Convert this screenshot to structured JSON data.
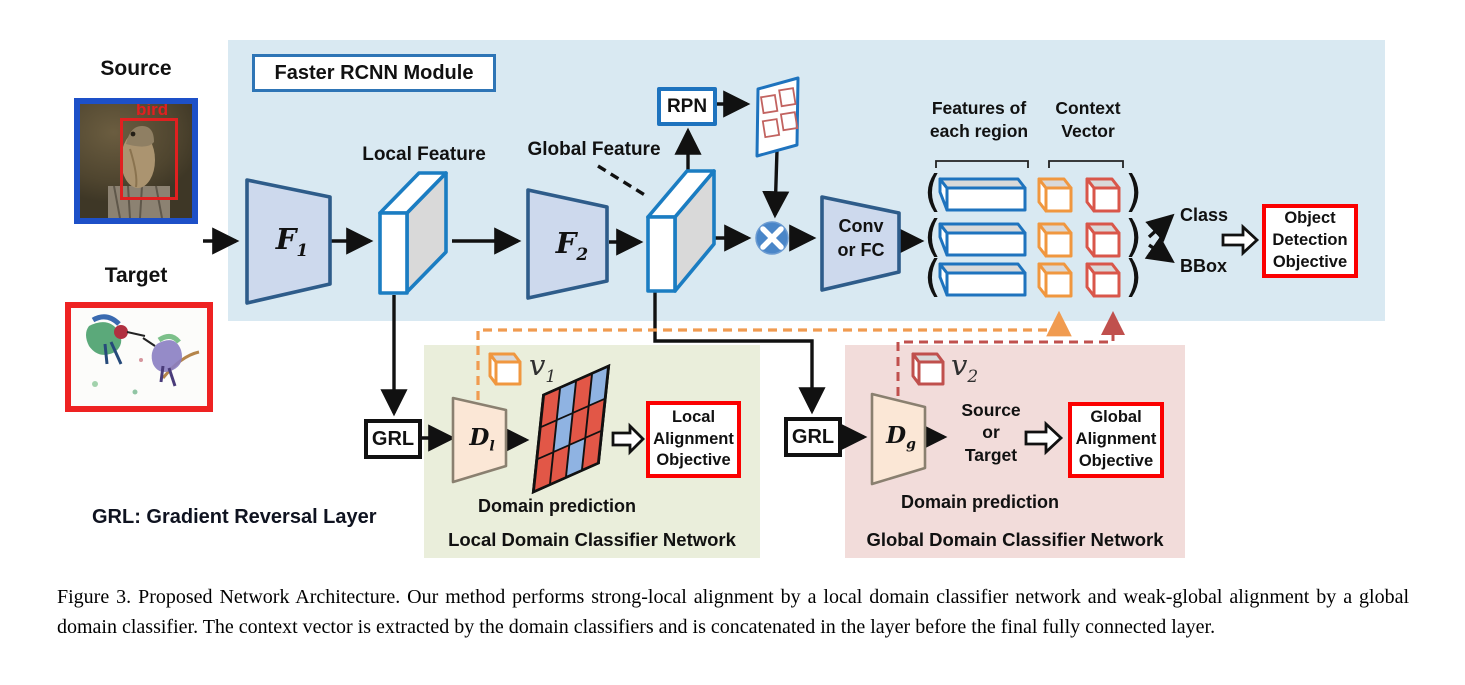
{
  "figure": {
    "caption": "Figure 3. Proposed Network Architecture. Our method performs strong-local alignment by a local domain classifier network and weak-global alignment by a global domain classifier. The context vector is extracted by the domain classifiers and is concatenated in the layer before the final fully connected layer."
  },
  "diagram": {
    "module": {
      "title": "Faster RCNN Module"
    },
    "inputs": {
      "source_label": "Source",
      "source_bbox_label": "bird",
      "target_label": "Target"
    },
    "backbone": {
      "f1": {
        "base": "F",
        "sub": "1"
      },
      "f2": {
        "base": "F",
        "sub": "2"
      },
      "local_feature_label": "Local Feature",
      "global_feature_label": "Global Feature",
      "rpn_label": "RPN",
      "conv_lines": [
        "Conv",
        "or FC"
      ]
    },
    "head": {
      "features_label_lines": [
        "Features of",
        "each region"
      ],
      "context_label_lines": [
        "Context",
        "Vector"
      ],
      "class_label": "Class",
      "bbox_label": "BBox",
      "objective_lines": [
        "Object",
        "Detection",
        "Objective"
      ],
      "paren_open": "(",
      "paren_close": ")"
    },
    "grl_box_label": "GRL",
    "grl_note": "GRL: Gradient Reversal Layer",
    "local_classifier": {
      "title": "Local Domain Classifier Network",
      "d": {
        "base": "D",
        "sub": "l"
      },
      "v": {
        "base": "v",
        "sub": "1"
      },
      "prediction_label": "Domain prediction",
      "objective_lines": [
        "Local",
        "Alignment",
        "Objective"
      ],
      "grid_pattern": [
        [
          "red",
          "blue",
          "red",
          "blue"
        ],
        [
          "red",
          "blue",
          "red",
          "red"
        ],
        [
          "red",
          "red",
          "blue",
          "red"
        ]
      ],
      "grid_colors": {
        "red": "#e25747",
        "blue": "#8fb3e2"
      }
    },
    "global_classifier": {
      "title": "Global Domain Classifier Network",
      "d": {
        "base": "D",
        "sub": "g"
      },
      "v": {
        "base": "v",
        "sub": "2"
      },
      "output_lines": [
        "Source",
        "or",
        "Target"
      ],
      "prediction_label": "Domain prediction",
      "objective_lines": [
        "Global",
        "Alignment",
        "Objective"
      ]
    },
    "colors": {
      "module_bg": "#d9e9f2",
      "local_classifier_bg": "#eaeedb",
      "global_classifier_bg": "#f2dcda",
      "trapezoid_fill": "#cdd9ed",
      "trapezoid_border": "#2e5c8a",
      "classifier_trapezoid_fill": "#fbe7d6",
      "feature_blue": "#1b7dc2",
      "box_blue": "#1e73be",
      "context_orange": "#f0973f",
      "context_red": "#d9564a",
      "dashed_orange": "#f09b50",
      "dashed_red": "#c0504d",
      "objective_border": "#fb0000",
      "source_image_border": "#1d50c8",
      "target_image_border": "#ee2222"
    }
  }
}
